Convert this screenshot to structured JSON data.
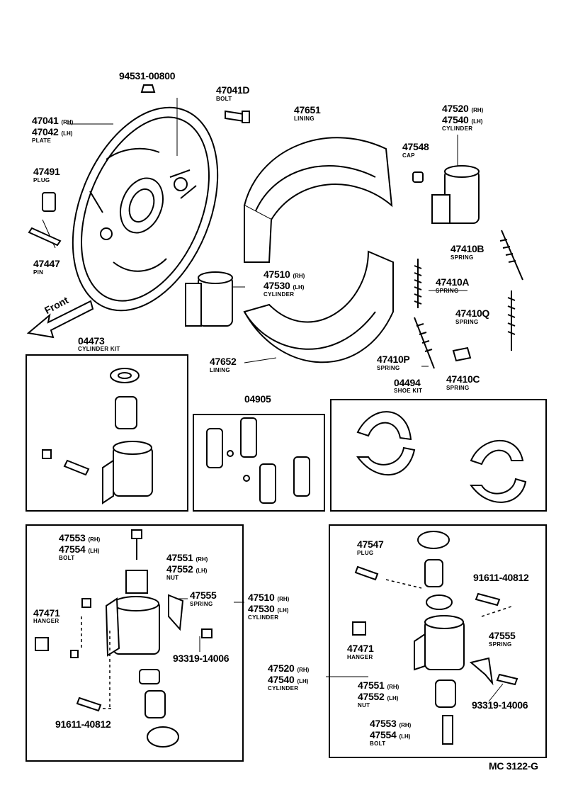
{
  "labels": {
    "p94531": "94531-00800",
    "p47041D": "47041D",
    "bolt_a": "BOLT",
    "p47041": "47041",
    "rh": "(RH)",
    "p47042": "47042",
    "lh": "(LH)",
    "plate": "PLATE",
    "p47491": "47491",
    "plug": "PLUG",
    "p47447": "47447",
    "pin": "PIN",
    "p47651": "47651",
    "lining": "LINING",
    "p47520": "47520",
    "p47540": "47540",
    "cylinder": "CYLINDER",
    "p47548": "47548",
    "cap": "CAP",
    "p47410B": "47410B",
    "spring": "SPRING",
    "p47410A": "47410A",
    "p47510": "47510",
    "p47530": "47530",
    "p47410Q": "47410Q",
    "front": "Front",
    "p04473": "04473",
    "cylinder_kit": "CYLINDER KIT",
    "p47652": "47652",
    "p47410P": "47410P",
    "p47410C": "47410C",
    "p04494": "04494",
    "shoe_kit": "SHOE KIT",
    "p04905": "04905",
    "p47553": "47553",
    "p47554": "47554",
    "bolt": "BOLT",
    "p47551": "47551",
    "p47552": "47552",
    "nut": "NUT",
    "p47555": "47555",
    "p47471": "47471",
    "hanger": "HANGER",
    "p93319": "93319-14006",
    "p91611": "91611-40812",
    "p47547": "47547",
    "ref": "MC 3122-G"
  }
}
